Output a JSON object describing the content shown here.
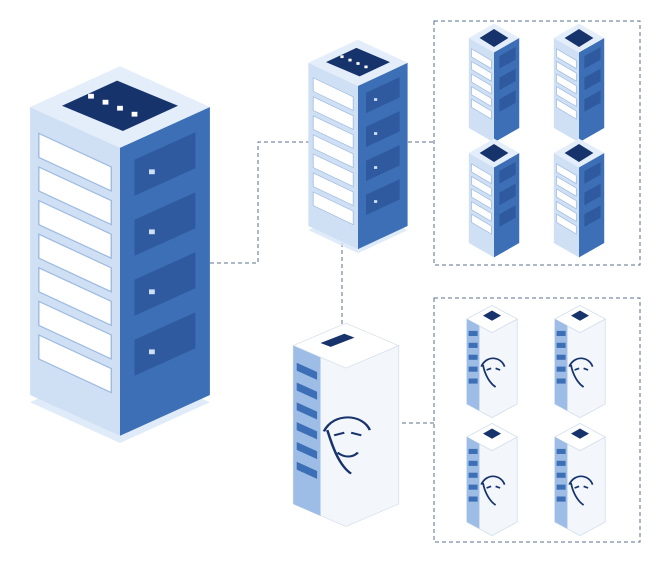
{
  "diagram": {
    "kind": "network-topology",
    "colors": {
      "primary_blue": "#3d6fb6",
      "dark_blue": "#2f5aa0",
      "light_blue": "#cfe0f5",
      "pale_blue": "#e4eefa",
      "navy_display": "#16336b",
      "connector": "#5a6f8f",
      "ghost_fill": "#f3f6fb",
      "ghost_line": "#d6e0ee"
    },
    "nodes": [
      {
        "id": "main-server",
        "icon": "server-rack-icon",
        "style": "solid",
        "role": "main"
      },
      {
        "id": "relay-server",
        "icon": "server-rack-icon",
        "style": "solid",
        "role": "relay"
      },
      {
        "id": "compromised-relay",
        "icon": "masked-server-icon",
        "style": "ghost",
        "role": "relay"
      }
    ],
    "groups": [
      {
        "id": "legit-cluster",
        "icon": "server-rack-icon",
        "style": "solid",
        "count": 4
      },
      {
        "id": "masked-cluster",
        "icon": "masked-server-icon",
        "style": "ghost",
        "count": 4
      }
    ],
    "connections": [
      {
        "from": "main-server",
        "to": "relay-server",
        "line": "dashed"
      },
      {
        "from": "relay-server",
        "to": "legit-cluster",
        "line": "dashed"
      },
      {
        "from": "relay-server",
        "to": "compromised-relay",
        "line": "dashed"
      },
      {
        "from": "compromised-relay",
        "to": "masked-cluster",
        "line": "dashed"
      }
    ]
  }
}
